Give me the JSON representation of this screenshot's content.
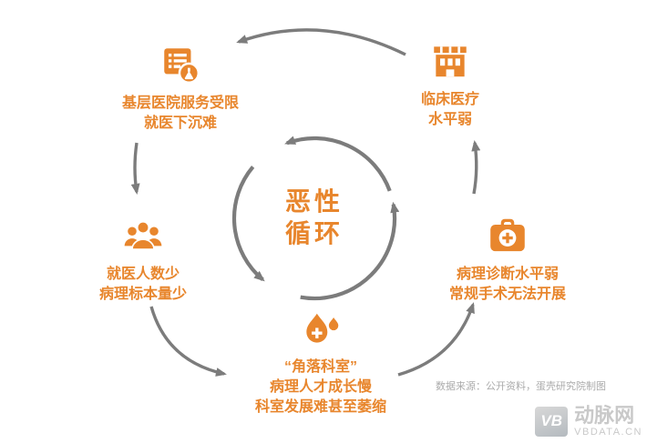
{
  "center": {
    "line1": "恶性",
    "line2": "循环"
  },
  "nodes": [
    {
      "id": "grassroots",
      "icon": "server-flask-icon",
      "lines": [
        "基层医院服务受限",
        "就医下沉难"
      ]
    },
    {
      "id": "clinical",
      "icon": "hospital-building-icon",
      "lines": [
        "临床医疗",
        "水平弱"
      ]
    },
    {
      "id": "patients",
      "icon": "people-group-icon",
      "lines": [
        "就医人数少",
        "病理标本量少"
      ]
    },
    {
      "id": "diagnosis",
      "icon": "first-aid-kit-icon",
      "lines": [
        "病理诊断水平弱",
        "常规手术无法开展"
      ]
    },
    {
      "id": "corner",
      "icon": "water-drop-icon",
      "lines": [
        "“角落科室”",
        "病理人才成长慢",
        "科室发展难甚至萎缩"
      ]
    }
  ],
  "footer": {
    "source": "数据来源：公开资料，蛋壳研究院制图"
  },
  "watermark": {
    "logo": "VB",
    "name": "动脉网",
    "domain": "VBDATA.CN"
  },
  "colors": {
    "accent": "#E8862D",
    "arrow": "#7C7C7C",
    "source_text": "#ABABAB",
    "watermark": "#C9C9C9"
  }
}
